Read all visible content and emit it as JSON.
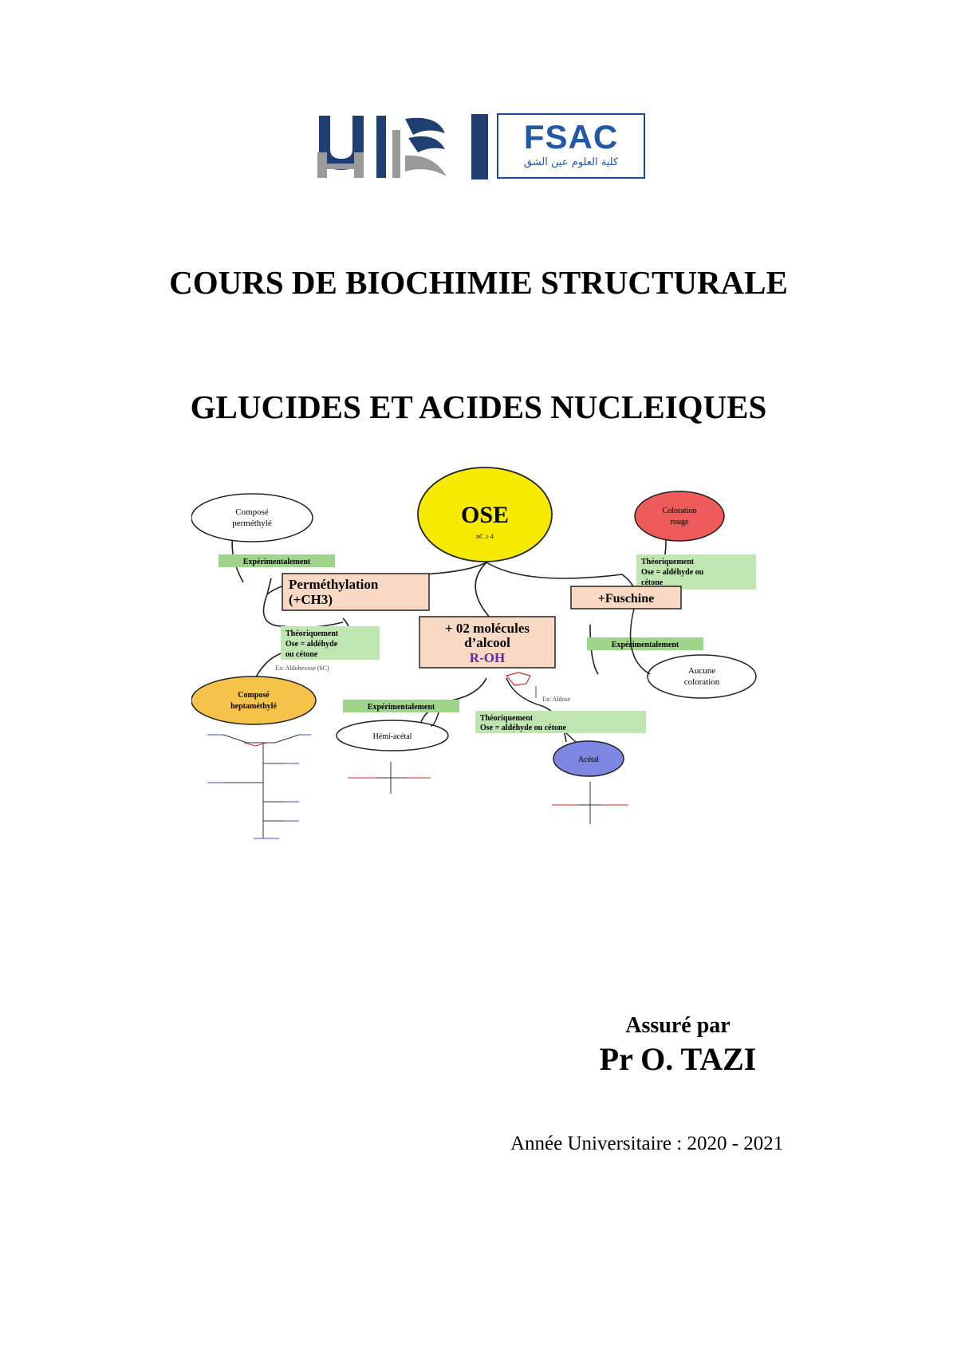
{
  "logos": {
    "fsac_label": "FSAC",
    "fsac_arabic": "كلية العلوم عين الشق"
  },
  "title": "COURS DE BIOCHIMIE STRUCTURALE",
  "subtitle": "GLUCIDES ET ACIDES NUCLEIQUES",
  "diagram": {
    "ose": "OSE",
    "ose_sub": "nC ≥ 4",
    "compose_permethyle": [
      "Composé",
      "perméthylé"
    ],
    "coloration_rouge": [
      "Coloration",
      "rouge"
    ],
    "experimentalement_1": "Expérimentalement",
    "permethylation": [
      "Perméthylation",
      "(+CH3)"
    ],
    "fuschine": "+Fuschine",
    "theoriquement_1": [
      "Théoriquement",
      "Ose = aldéhyde ou",
      "cétone"
    ],
    "alcool": [
      "+ 02 molécules",
      "d’alcool",
      "R-OH"
    ],
    "theoriquement_2": [
      "Théoriquement",
      "Ose = aldéhyde",
      "ou cétone"
    ],
    "ex_aldohexose": "Ex: Aldohexose (6C)",
    "experimentalement_2": "Expérimentalement",
    "aucune_coloration": [
      "Aucune",
      "coloration"
    ],
    "compose_heptamethyle": [
      "Composé",
      "heptaméthylé"
    ],
    "experimentalement_3": "Expérimentalement",
    "ex_aldose": "Ex: Aldose",
    "theoriquement_3": [
      "Théoriquement",
      "Ose = aldéhyde ou cétone"
    ],
    "hemi_acetal": "Hémi-acétal",
    "acetal": "Acétal"
  },
  "assure_par": "Assuré par",
  "author": "Pr O. TAZI",
  "year": "Année Universitaire : 2020 - 2021"
}
